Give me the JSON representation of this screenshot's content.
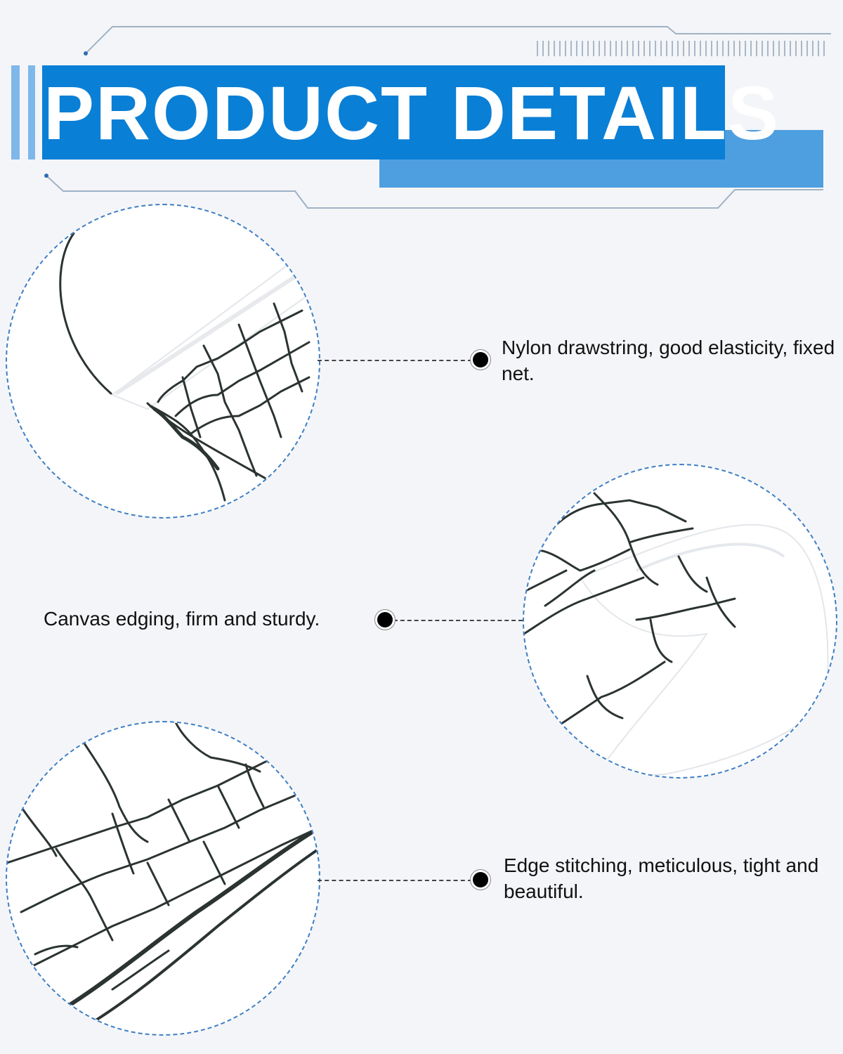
{
  "header": {
    "title": "PRODUCT DETAILS",
    "accent_color": "#0a7fd6",
    "secondary_color": "#4e9fe0"
  },
  "details": [
    {
      "label": "Nylon drawstring, good elasticity, fixed net.",
      "image": "net-drawstring-closeup",
      "bullet_icon": "bullet-dot-icon"
    },
    {
      "label": "Canvas edging, firm and sturdy.",
      "image": "net-canvas-edging-closeup",
      "bullet_icon": "bullet-dot-icon"
    },
    {
      "label": "Edge stitching, meticulous, tight and beautiful.",
      "image": "net-edge-stitching-closeup",
      "bullet_icon": "bullet-dot-icon"
    }
  ],
  "colors": {
    "background": "#f4f5f8",
    "circle_border": "#3f7fc4",
    "net": "#2b3432"
  }
}
